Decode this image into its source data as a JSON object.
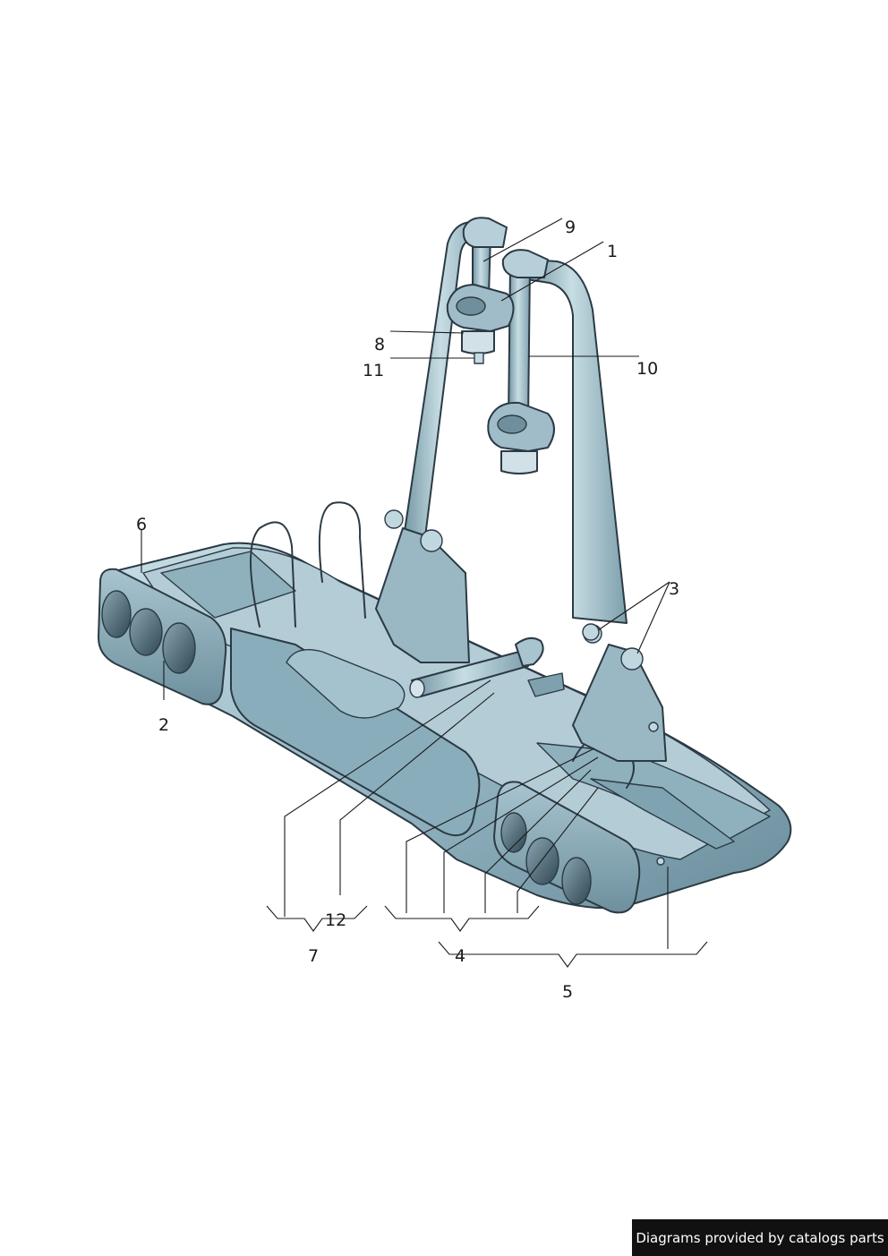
{
  "callouts": {
    "c1": "1",
    "c2": "2",
    "c3": "3",
    "c4": "4",
    "c5": "5",
    "c6": "6",
    "c7": "7",
    "c8": "8",
    "c9": "9",
    "c10": "10",
    "c11": "11",
    "c12": "12"
  },
  "credit": "Diagrams provided by catalogs parts",
  "colors": {
    "body_light": "#b9d3dc",
    "body_mid": "#8fb2c0",
    "body_dark": "#5d7f8e",
    "lamp": "#3d5560",
    "outline": "#2b3a44"
  },
  "icons": [
    "bike-carrier-illustration"
  ]
}
